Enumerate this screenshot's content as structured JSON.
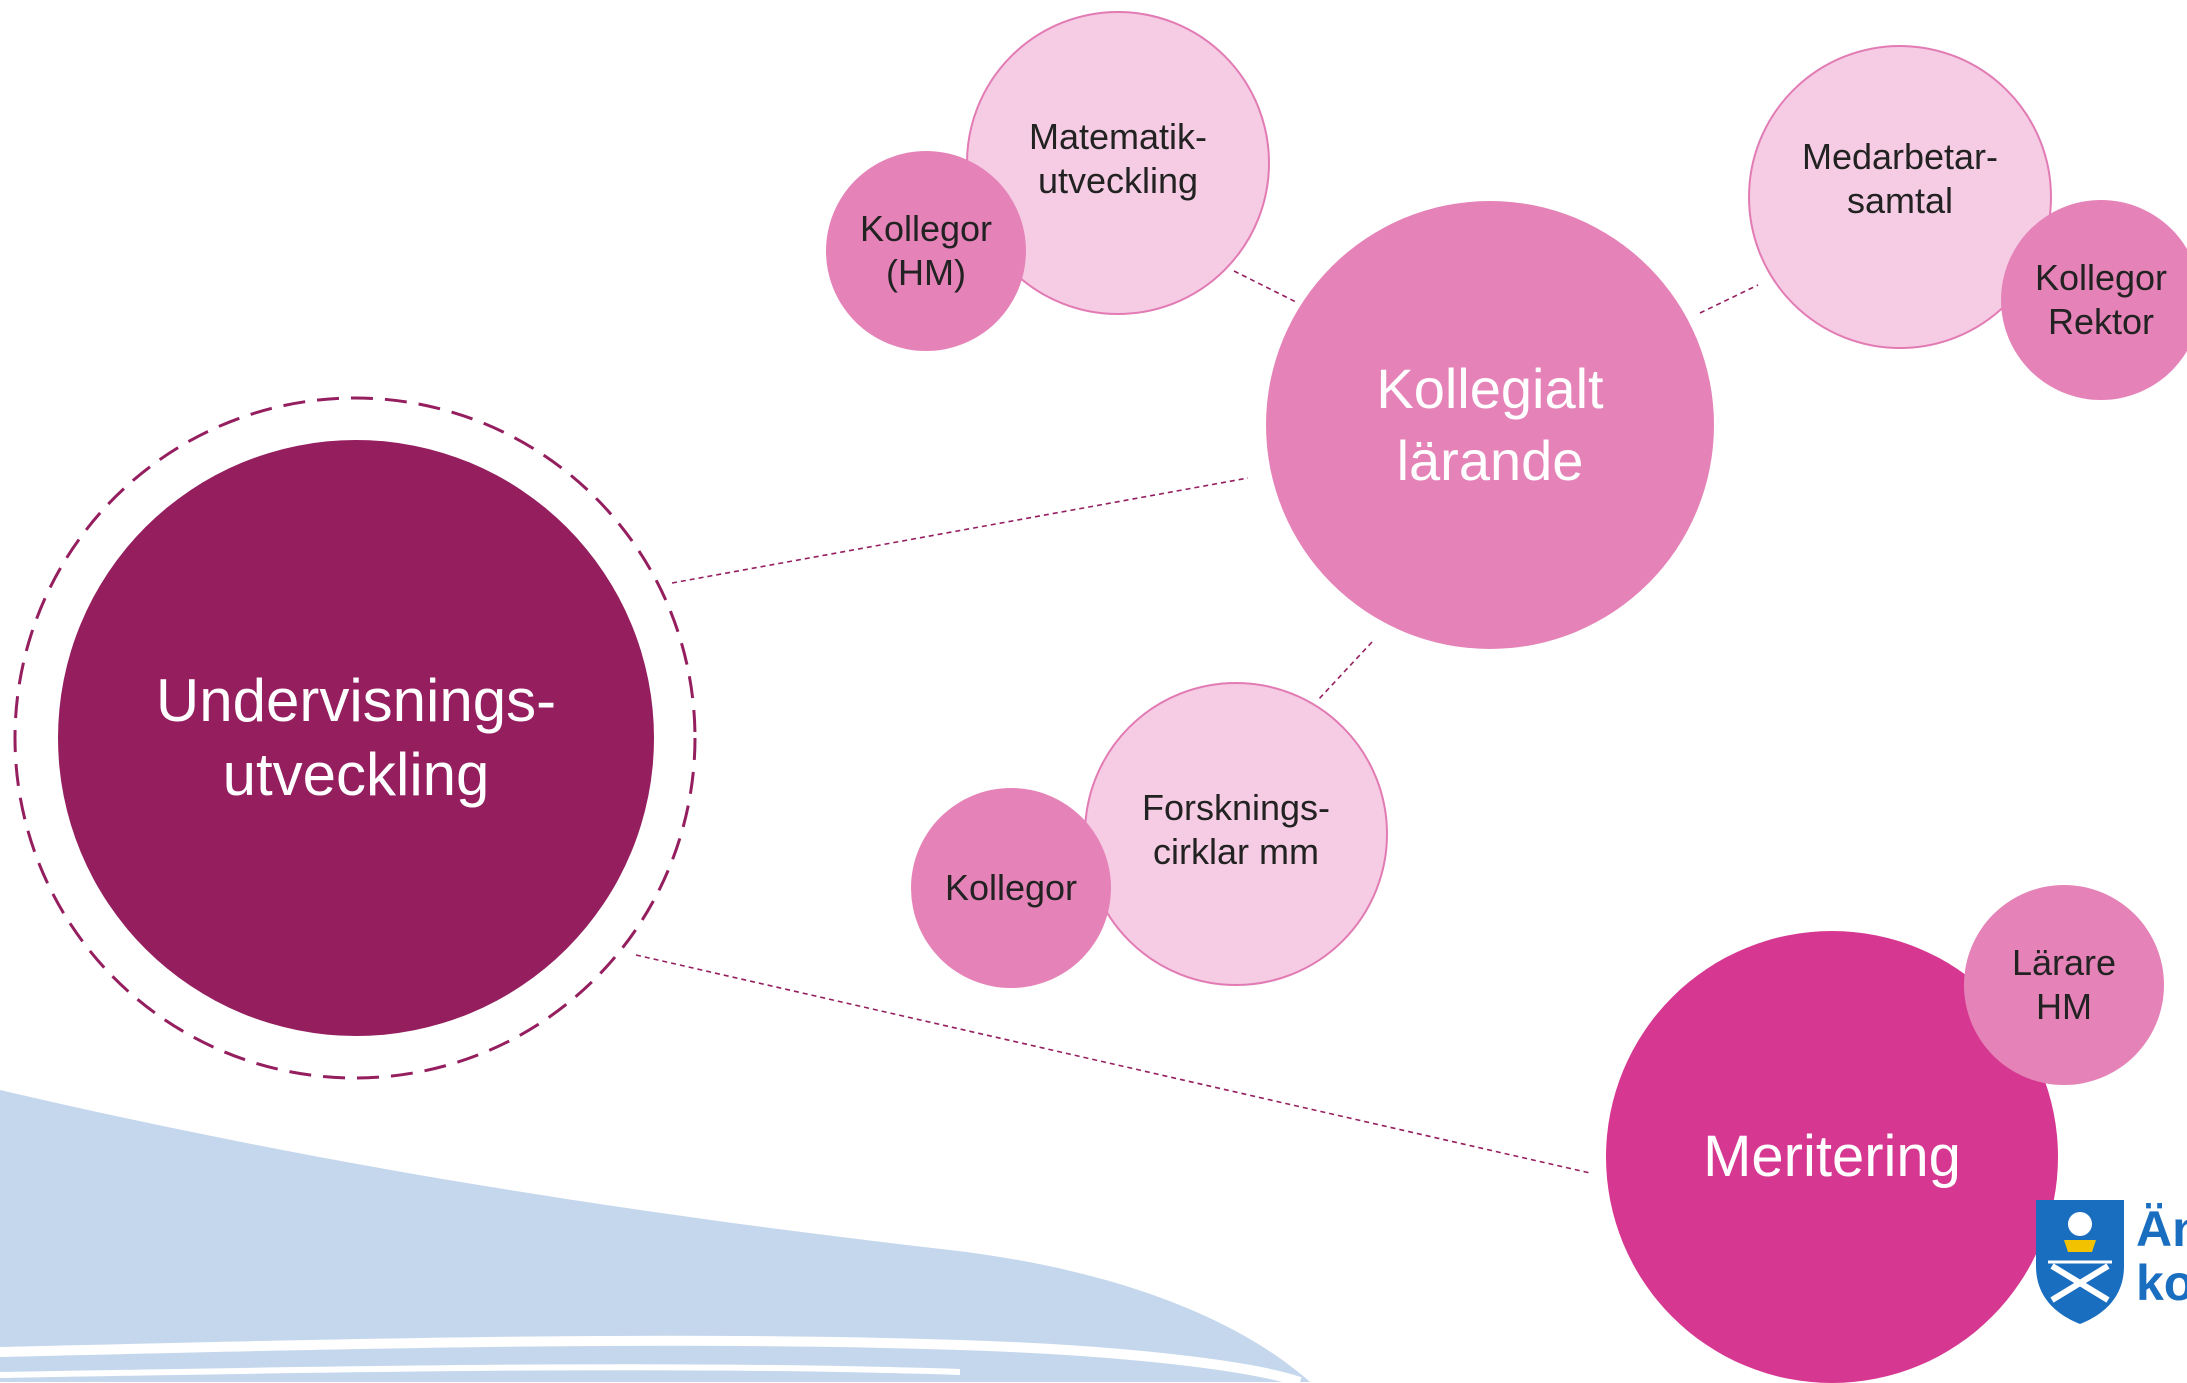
{
  "diagram": {
    "center": {
      "label": "Undervisnings-\nutveckling"
    },
    "kollegialt": {
      "label": "Kollegialt\nlärande"
    },
    "meritering": {
      "label": "Meritering"
    },
    "matematik": {
      "label": "Matematik-\nutveckling"
    },
    "kollegor_hm": {
      "label": "Kollegor\n(HM)"
    },
    "medarbetar": {
      "label": "Medarbetar-\nsamtal"
    },
    "kollegor_rektor": {
      "label": "Kollegor\nRektor"
    },
    "forsknings": {
      "label": "Forsknings-\ncirklar mm"
    },
    "kollegor": {
      "label": "Kollegor"
    },
    "larare_hm": {
      "label": "Lärare\nHM"
    }
  },
  "logo": {
    "text": "Än\nko"
  },
  "colors": {
    "dark": "#951e5f",
    "mid": "#e583b8",
    "light": "#f5cce3",
    "hot": "#d63891",
    "wave": "#c5d7ec",
    "logo": "#1a6ec0"
  }
}
